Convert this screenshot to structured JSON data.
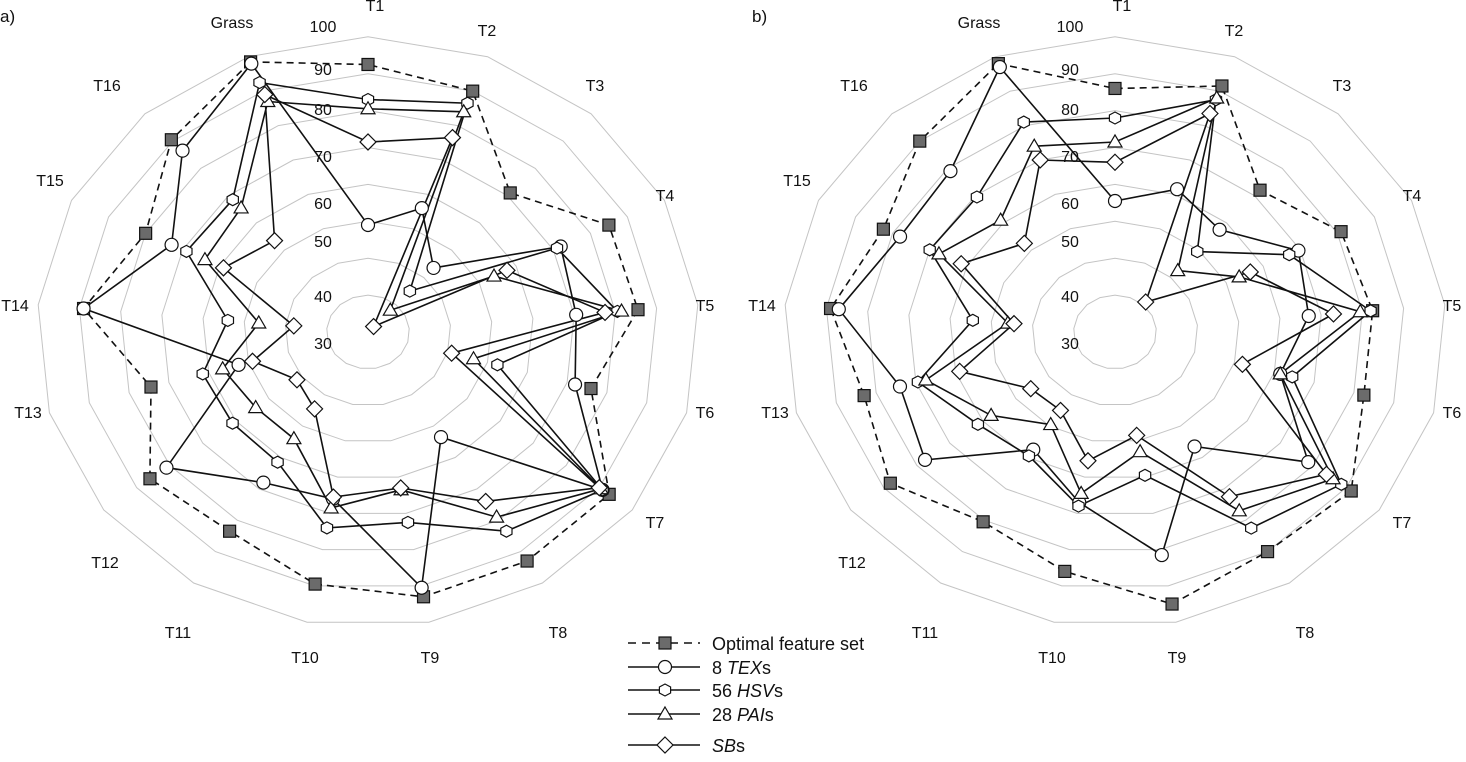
{
  "chart_data": [
    {
      "type": "radar",
      "panel_label": "a)",
      "axes": [
        "Grass",
        "T1",
        "T2",
        "T3",
        "T4",
        "T5",
        "T6",
        "T7",
        "T8",
        "T9",
        "T10",
        "T11",
        "T12",
        "T13",
        "T14",
        "T15",
        "T16"
      ],
      "ring_ticks": [
        "30",
        "40",
        "50",
        "60",
        "70",
        "80",
        "90",
        "100"
      ],
      "ring_values": [
        30,
        40,
        50,
        60,
        70,
        80,
        90,
        100
      ],
      "range": [
        20,
        100
      ],
      "series": [
        {
          "key": "opt",
          "values": [
            98.5,
            92.5,
            90,
            71,
            85,
            85.5,
            76,
            93,
            93,
            93,
            89.5,
            83.5,
            86,
            74.5,
            89,
            80,
            90.5
          ]
        },
        {
          "key": "tex",
          "values": [
            98,
            49,
            56,
            43.5,
            72,
            70.5,
            72,
            91,
            53.5,
            90.5,
            66,
            68,
            81,
            52.5,
            89,
            73,
            86.5
          ]
        },
        {
          "key": "hsv",
          "values": [
            92.5,
            83,
            86.5,
            35,
            71,
            80.5,
            52.5,
            91,
            83.5,
            72.5,
            74,
            61.5,
            61,
            61.5,
            54,
            69,
            68.5
          ]
        },
        {
          "key": "pai",
          "values": [
            87,
            80.5,
            84,
            28,
            54,
            81.5,
            46.5,
            90.5,
            79,
            63.5,
            68.5,
            54,
            54,
            56.5,
            46.5,
            64,
            65.5
          ]
        },
        {
          "key": "sb",
          "values": [
            89,
            71.5,
            76.5,
            22,
            57.5,
            77.5,
            41,
            90,
            74,
            63,
            65.5,
            44.5,
            41.5,
            49,
            38,
            59,
            53.5
          ]
        }
      ]
    },
    {
      "type": "radar",
      "panel_label": "b)",
      "axes": [
        "Grass",
        "T1",
        "T2",
        "T3",
        "T4",
        "T5",
        "T6",
        "T7",
        "T8",
        "T9",
        "T10",
        "T11",
        "T12",
        "T13",
        "T14",
        "T15",
        "T16"
      ],
      "ring_ticks": [
        "30",
        "40",
        "50",
        "60",
        "70",
        "80",
        "90",
        "100"
      ],
      "ring_values": [
        30,
        40,
        50,
        60,
        70,
        80,
        90,
        100
      ],
      "range": [
        20,
        100
      ],
      "series": [
        {
          "key": "opt",
          "values": [
            98,
            86,
            91.5,
            72,
            81,
            82.5,
            82.5,
            91.5,
            90,
            95,
            86,
            80.5,
            88,
            83,
            89,
            82.5,
            90
          ]
        },
        {
          "key": "tex",
          "values": [
            97,
            55.5,
            61.5,
            57.5,
            69.5,
            67,
            61.5,
            78.5,
            56.5,
            81.5,
            67,
            57.5,
            77.5,
            74,
            87,
            78,
            79
          ]
        },
        {
          "key": "hsv",
          "values": [
            81,
            78,
            87.5,
            49.5,
            67,
            82,
            64.5,
            88.5,
            82.5,
            59.5,
            68,
            59.5,
            61.5,
            69.5,
            54.5,
            70,
            69.5
          ]
        },
        {
          "key": "pai",
          "values": [
            74,
            71.5,
            88,
            42.5,
            53.5,
            79.5,
            61.5,
            86,
            77,
            53,
            64.5,
            49.5,
            57.5,
            67.5,
            46,
            67.5,
            61
          ]
        },
        {
          "key": "sb",
          "values": [
            70,
            66,
            83.5,
            31,
            56.5,
            73,
            52,
            84,
            72.5,
            48.5,
            55.5,
            45,
            45.5,
            59,
            44.5,
            61.5,
            52.5
          ]
        }
      ]
    }
  ],
  "legend": [
    {
      "key": "opt",
      "pre": "Optimal feature set",
      "it": "",
      "post": ""
    },
    {
      "key": "tex",
      "pre": "8 ",
      "it": "TEX",
      "post": "s"
    },
    {
      "key": "hsv",
      "pre": "56 ",
      "it": "HSV",
      "post": "s"
    },
    {
      "key": "pai",
      "pre": "28 ",
      "it": "PAI",
      "post": "s"
    },
    {
      "key": "sb",
      "pre": "",
      "it": "SB",
      "post": "s"
    }
  ],
  "colors": {
    "grid": "#c4c4c4",
    "line": "#111111",
    "opt_fill": "#6b6b6b",
    "marker_fill": "#ffffff"
  }
}
